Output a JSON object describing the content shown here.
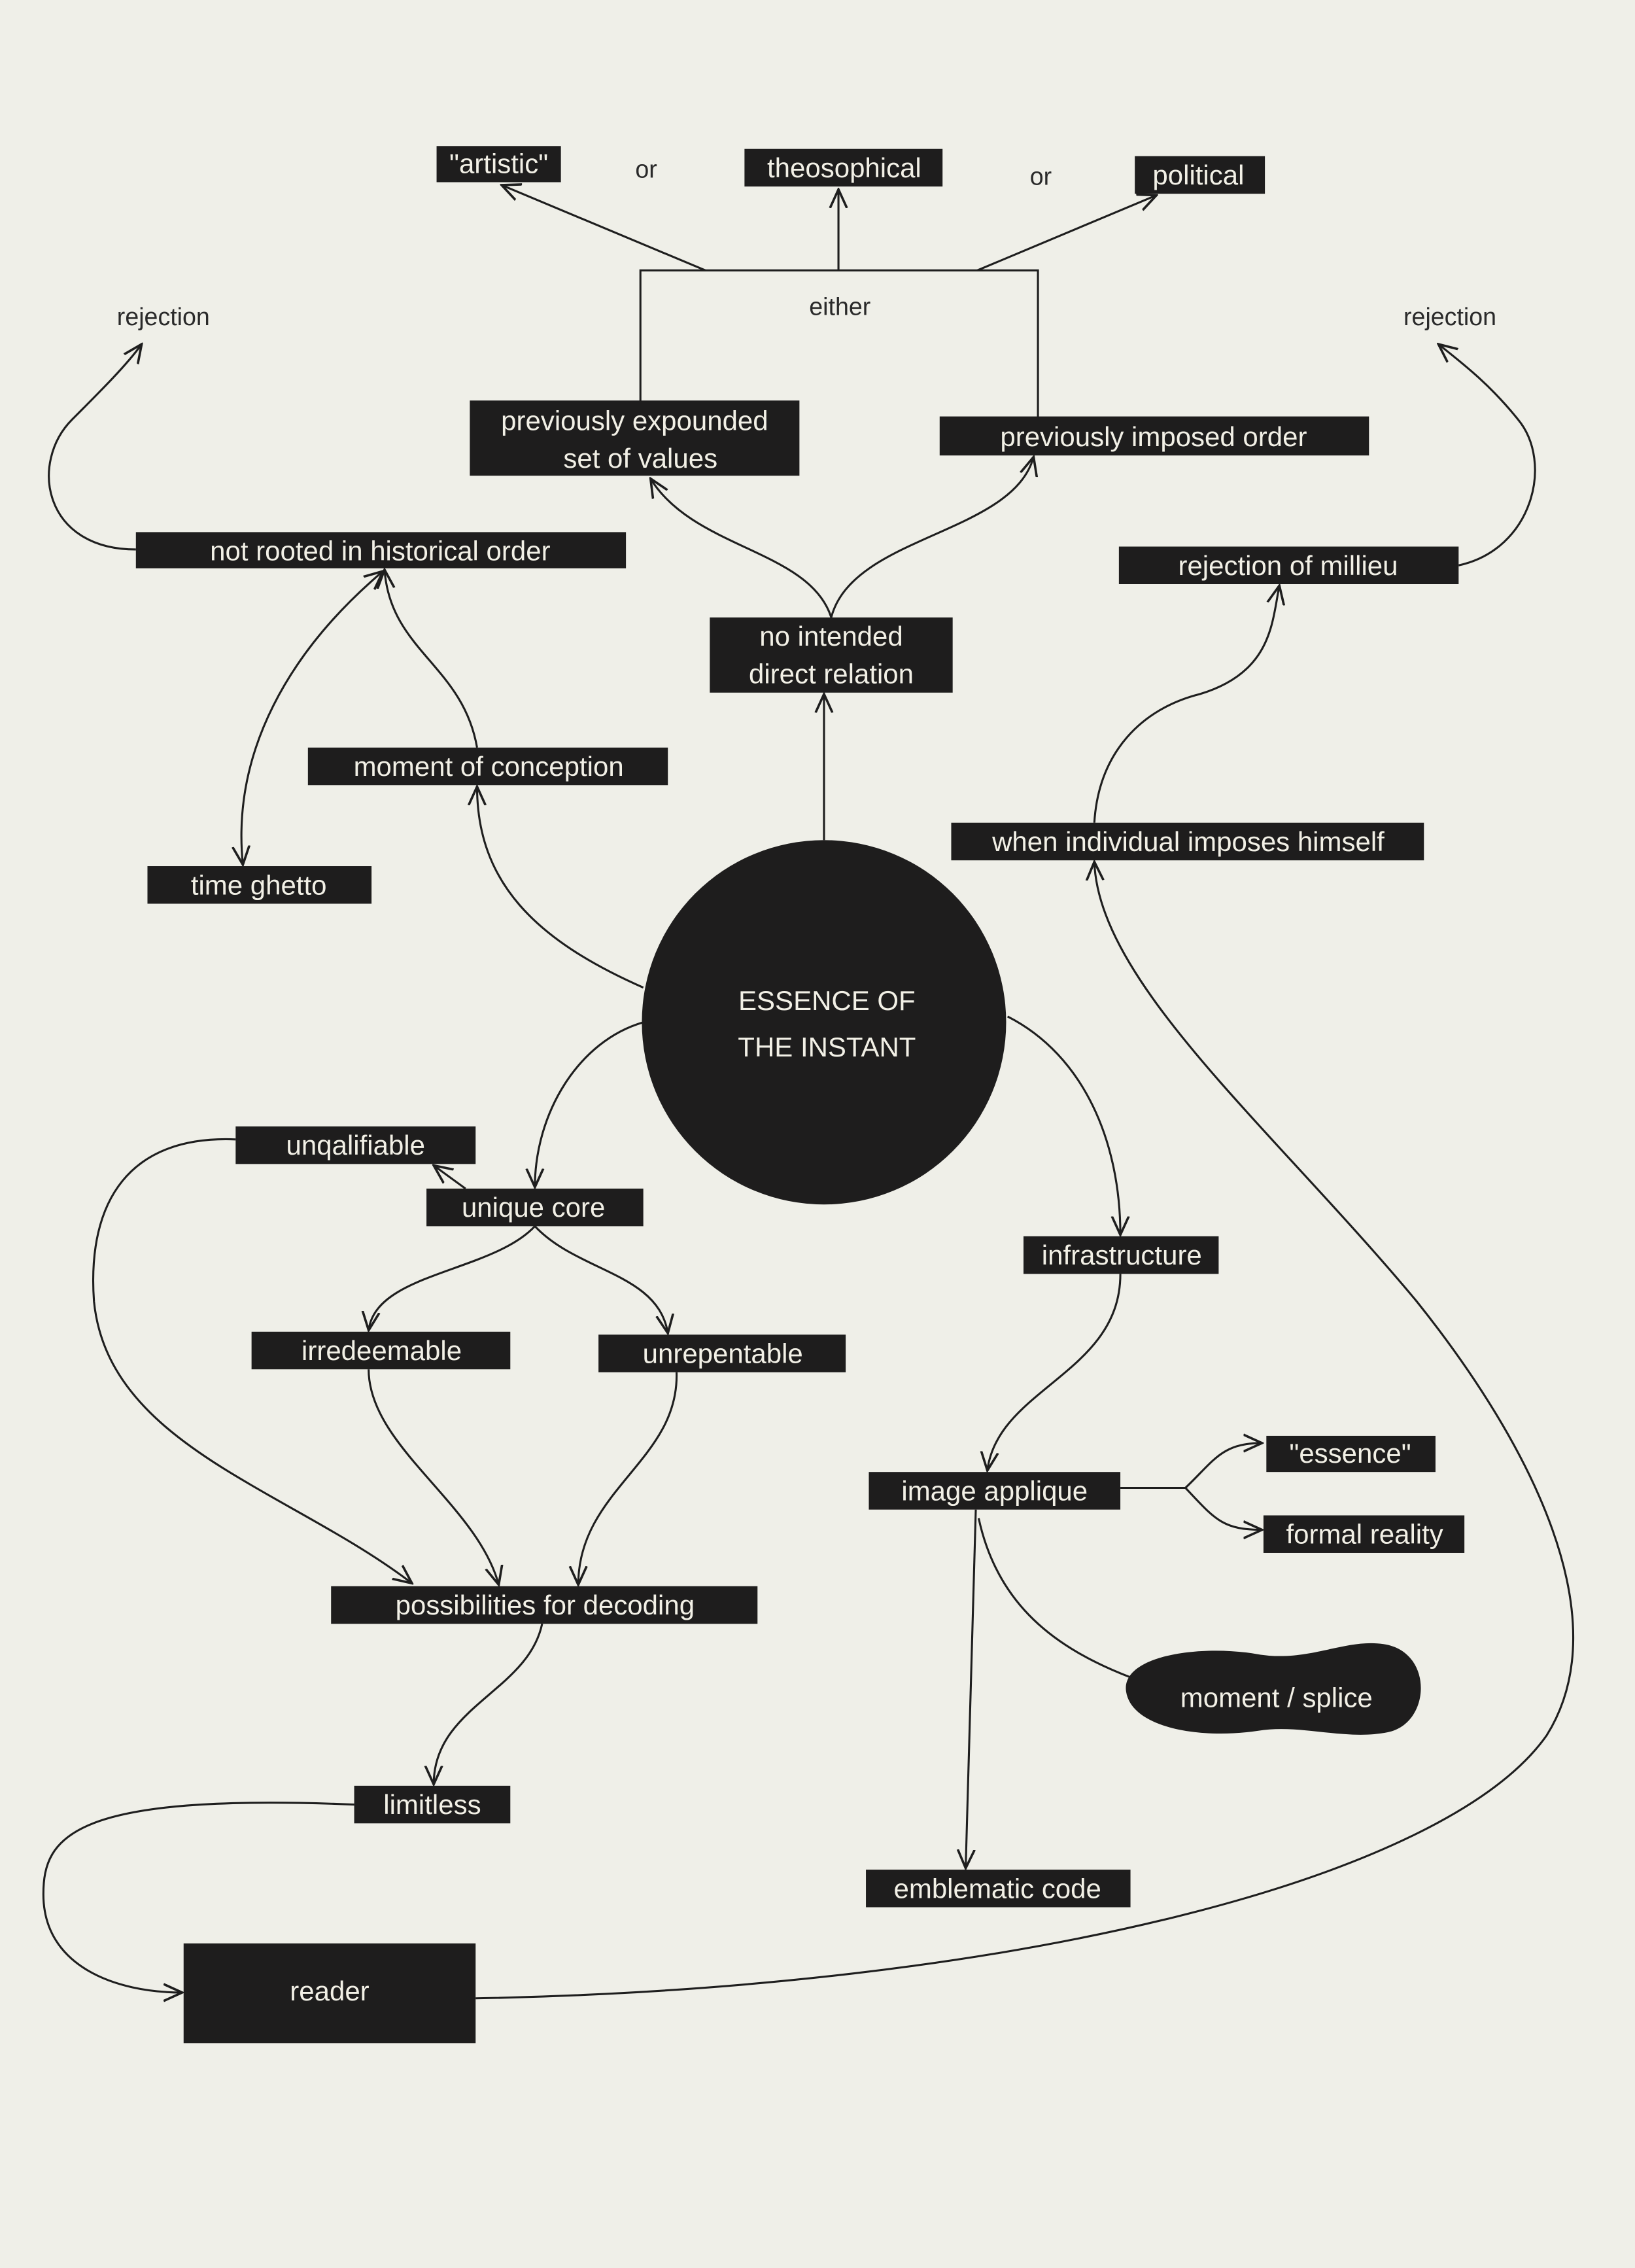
{
  "title": "ESSENCE OF THE INSTANT",
  "colors": {
    "paper": "#efefe8",
    "ink": "#1e1d1d",
    "reverse_text": "#f2f0e6"
  },
  "center": {
    "line1": "ESSENCE OF",
    "line2": "THE INSTANT"
  },
  "labels": {
    "or_left": "or",
    "or_right": "or",
    "either": "either",
    "rejection_left": "rejection",
    "rejection_right": "rejection"
  },
  "nodes": {
    "artistic": "\"artistic\"",
    "theosophical": "theosophical",
    "political": "political",
    "expounded_line1": "previously expounded",
    "expounded_line2": "set of values",
    "imposed_order": "previously imposed order",
    "not_rooted": "not rooted in historical order",
    "rejection_milieu": "rejection of millieu",
    "no_intended_line1": "no intended",
    "no_intended_line2": "direct relation",
    "moment_conception": "moment of conception",
    "individual_imposes": "when individual imposes himself",
    "time_ghetto": "time ghetto",
    "unqalifiable": "unqalifiable",
    "unique_core": "unique core",
    "infrastructure": "infrastructure",
    "irredeemable": "irredeemable",
    "unrepentable": "unrepentable",
    "essence": "\"essence\"",
    "image_applique": "image applique",
    "formal_reality": "formal reality",
    "possibilities": "possibilities for decoding",
    "moment_splice": "moment / splice",
    "limitless": "limitless",
    "emblematic_code": "emblematic code",
    "reader": "reader"
  }
}
